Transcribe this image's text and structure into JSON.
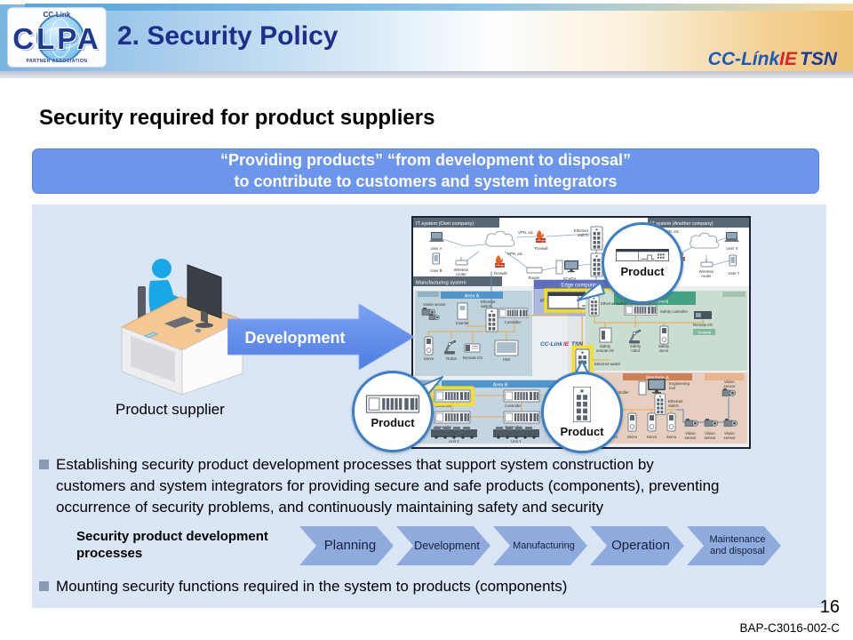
{
  "header": {
    "logo": {
      "top": "CC-Link",
      "letters": "CLPA",
      "bottom": "PARTNER ASSOCIATION"
    },
    "title": "2. Security Policy",
    "brand": {
      "cc": "CC-Línk",
      "ie": "IE",
      "tsn": "TSN"
    }
  },
  "heading": "Security required for product suppliers",
  "banner": {
    "line1": "“Providing products” “from development to disposal”",
    "line2": "to contribute to customers and system integrators"
  },
  "illustration": {
    "caption": "Product supplier",
    "arrow_label": "Development"
  },
  "diagram": {
    "it_own": "IT system (Own company)",
    "it_other": "IT system (Another company)",
    "manufacturing": "Manufacturing system",
    "edge_computing": "Edge computing",
    "ipc": "IPC",
    "area_a": "Area A",
    "area_b": "Area B",
    "area_c_1": "Area C",
    "area_c_2": "(Safety control)",
    "machine_a": "Machine A",
    "user_a": "User A",
    "user_b": "User B",
    "user_x": "User X",
    "user_y": "User Y",
    "vpn": "VPN, etc.",
    "firewall": "Firewall",
    "wireless": "Wireless",
    "router_sub": "router",
    "router": "Router",
    "scada": "SCADA",
    "ethernet": "Ethernet",
    "switch_word": "switch",
    "ethernet_switch": "Ethernet switch",
    "vision_sensor": "Vision sensor",
    "vision": "Vision",
    "sensor": "sensor",
    "inverter": "Inverter",
    "controller": "Controller",
    "servo": "Servo",
    "robot": "Robot",
    "remote_io": "Remote I/O",
    "hmi": "HMI",
    "safety": "Safety",
    "safety_controller": "Safety controller",
    "remote_io_sub": "remote I/O",
    "robot_sub": "robot",
    "servo_sub": "servo",
    "general": "General",
    "unit_x": "Unit X",
    "unit_y": "Unit Y",
    "engineering": "Engineering",
    "tool": "tool",
    "product_label": "Product"
  },
  "bullets": [
    {
      "lines": [
        "Establishing security product development processes that support system construction by",
        "customers and system integrators for providing secure and safe products (components), preventing",
        "occurrence of security problems, and continuously maintaining safety and security"
      ]
    },
    {
      "lines": [
        "Mounting security functions required in the system to products (components)"
      ]
    }
  ],
  "process": {
    "label_line1": "Security product development",
    "label_line2": "processes",
    "steps": [
      {
        "label": "Planning"
      },
      {
        "label": "Development"
      },
      {
        "label": "Manufacturing"
      },
      {
        "label": "Operation"
      },
      {
        "label": "Maintenance and disposal"
      }
    ]
  },
  "footer": {
    "page_number": "16",
    "doc_code": "BAP-C3016-002-C"
  },
  "colors": {
    "banner_blue": "#6C96EC",
    "arrow_blue": "#5581E6",
    "chevron_blue": "#8FAADC",
    "panel_bg": "#DAE5F6",
    "highlight_yellow": "#FFE200",
    "callout_border": "#3D7FC4",
    "title_navy": "#1F2E8C"
  }
}
